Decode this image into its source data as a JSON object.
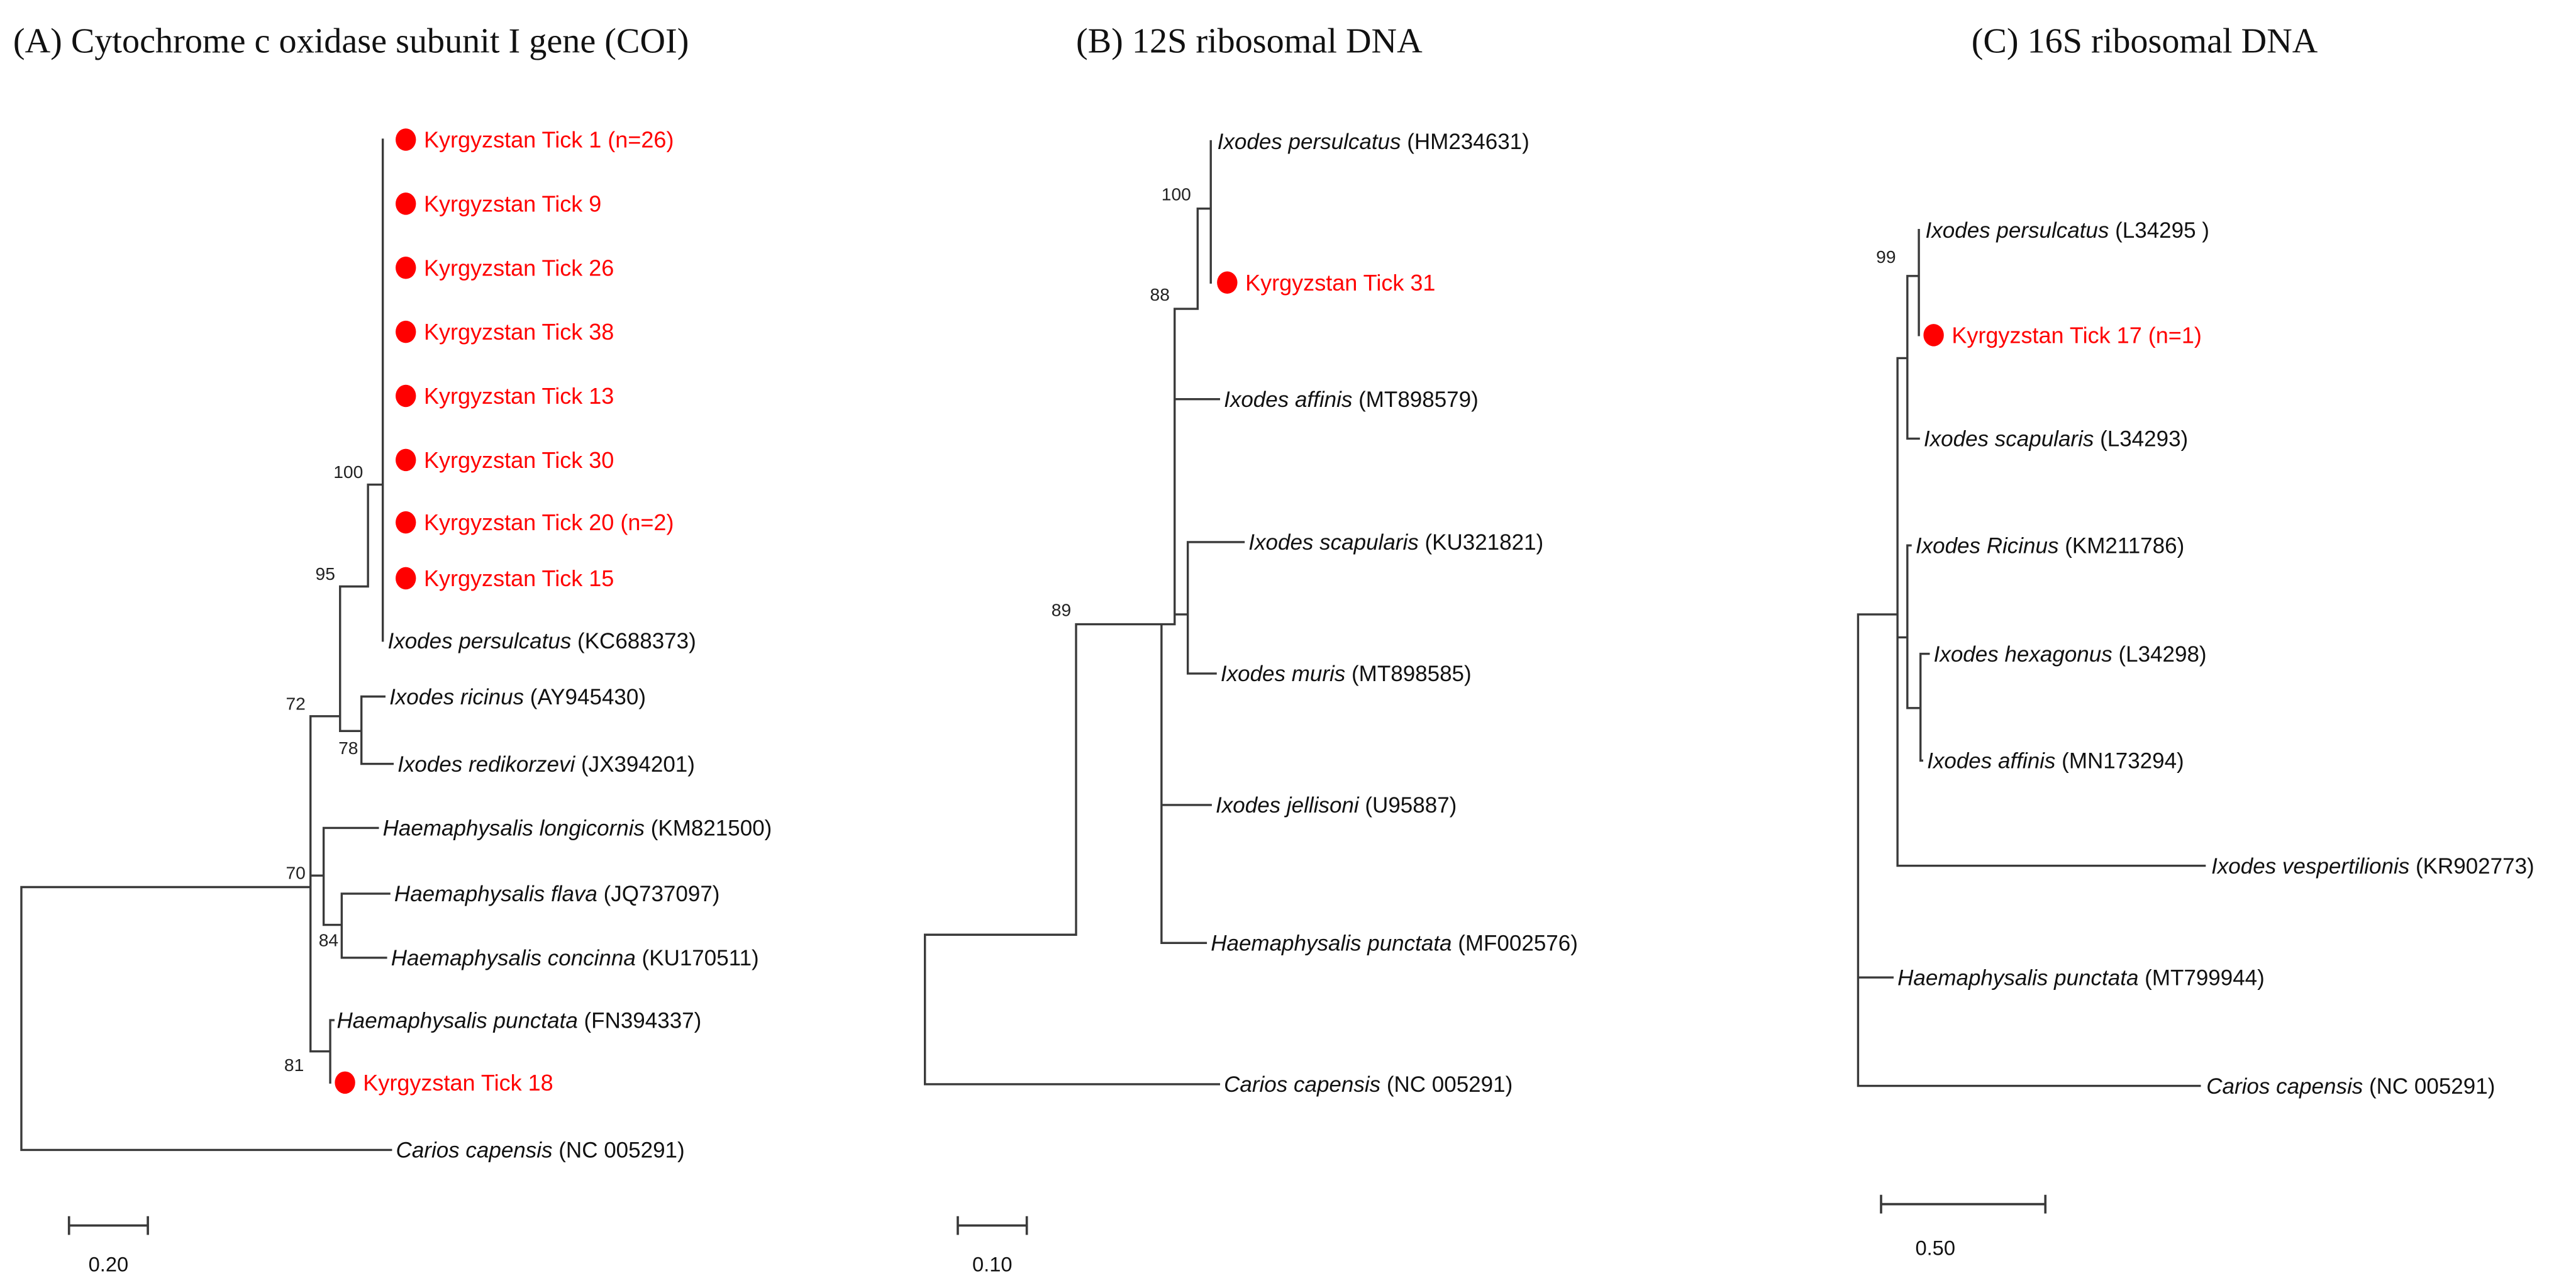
{
  "figure": {
    "kind": "phylogenetic-trees",
    "background": "#ffffff",
    "query_color": "#ff0000",
    "branch_color": "#3a3a3a",
    "text_color": "#111111"
  },
  "panels": [
    {
      "title": "(A) Cytochrome c oxidase subunit I gene (COI)",
      "scale_label": "0.20",
      "bootstraps": {
        "n100": "100",
        "n95": "95",
        "n72": "72",
        "n78": "78",
        "n70": "70",
        "n84": "84",
        "n81": "81"
      },
      "tips": {
        "tick1": {
          "label": "Kyrgyzstan Tick 1 (n=26)"
        },
        "tick9": {
          "label": "Kyrgyzstan Tick 9"
        },
        "tick26": {
          "label": "Kyrgyzstan Tick 26"
        },
        "tick38": {
          "label": "Kyrgyzstan Tick 38"
        },
        "tick13": {
          "label": "Kyrgyzstan Tick 13"
        },
        "tick30": {
          "label": "Kyrgyzstan Tick 30"
        },
        "tick20": {
          "label": "Kyrgyzstan Tick 20 (n=2)"
        },
        "tick15": {
          "label": "Kyrgyzstan Tick 15"
        },
        "persulcatus": {
          "name": "Ixodes persulcatus",
          "acc": " (KC688373)"
        },
        "ricinus": {
          "name": "Ixodes ricinus",
          "acc": " (AY945430)"
        },
        "redikorzevi": {
          "name": "Ixodes redikorzevi",
          "acc": " (JX394201)"
        },
        "longicornis": {
          "name": "Haemaphysalis longicornis",
          "acc": " (KM821500)"
        },
        "flava": {
          "name": "Haemaphysalis flava",
          "acc": " (JQ737097)"
        },
        "concinna": {
          "name": "Haemaphysalis concinna",
          "acc": " (KU170511)"
        },
        "punctata": {
          "name": "Haemaphysalis punctata",
          "acc": " (FN394337)"
        },
        "tick18": {
          "label": "Kyrgyzstan Tick 18"
        },
        "carios": {
          "name": "Carios capensis",
          "acc": " (NC 005291)"
        }
      }
    },
    {
      "title": "(B) 12S ribosomal DNA",
      "scale_label": "0.10",
      "bootstraps": {
        "n100": "100",
        "n88": "88",
        "n89": "89"
      },
      "tips": {
        "persulcatus": {
          "name": "Ixodes persulcatus",
          "acc": " (HM234631)"
        },
        "tick31": {
          "label": "Kyrgyzstan Tick 31"
        },
        "affinis": {
          "name": "Ixodes affinis",
          "acc": " (MT898579)"
        },
        "scapularis": {
          "name": "Ixodes scapularis",
          "acc": " (KU321821)"
        },
        "muris": {
          "name": "Ixodes muris",
          "acc": " (MT898585)"
        },
        "jellisoni": {
          "name": "Ixodes jellisoni",
          "acc": " (U95887)"
        },
        "punctata": {
          "name": "Haemaphysalis punctata",
          "acc": " (MF002576)"
        },
        "carios": {
          "name": "Carios capensis",
          "acc": " (NC 005291)"
        }
      }
    },
    {
      "title": "(C) 16S ribosomal DNA",
      "scale_label": "0.50",
      "bootstraps": {
        "n99": "99"
      },
      "tips": {
        "persulcatus": {
          "name": "Ixodes persulcatus",
          "acc": " (L34295 )"
        },
        "tick17": {
          "label": "Kyrgyzstan Tick 17 (n=1)"
        },
        "scapularis": {
          "name": "Ixodes scapularis",
          "acc": " (L34293)"
        },
        "ricinus": {
          "name": "Ixodes Ricinus",
          "acc": " (KM211786)"
        },
        "hexagonus": {
          "name": "Ixodes hexagonus",
          "acc": " (L34298)"
        },
        "affinis": {
          "name": "Ixodes affinis",
          "acc": " (MN173294)"
        },
        "vespertilionis": {
          "name": "Ixodes vespertilionis",
          "acc": " (KR902773)"
        },
        "punctata": {
          "name": "Haemaphysalis punctata",
          "acc": " (MT799944)"
        },
        "carios": {
          "name": "Carios capensis",
          "acc": " (NC 005291)"
        }
      }
    }
  ]
}
